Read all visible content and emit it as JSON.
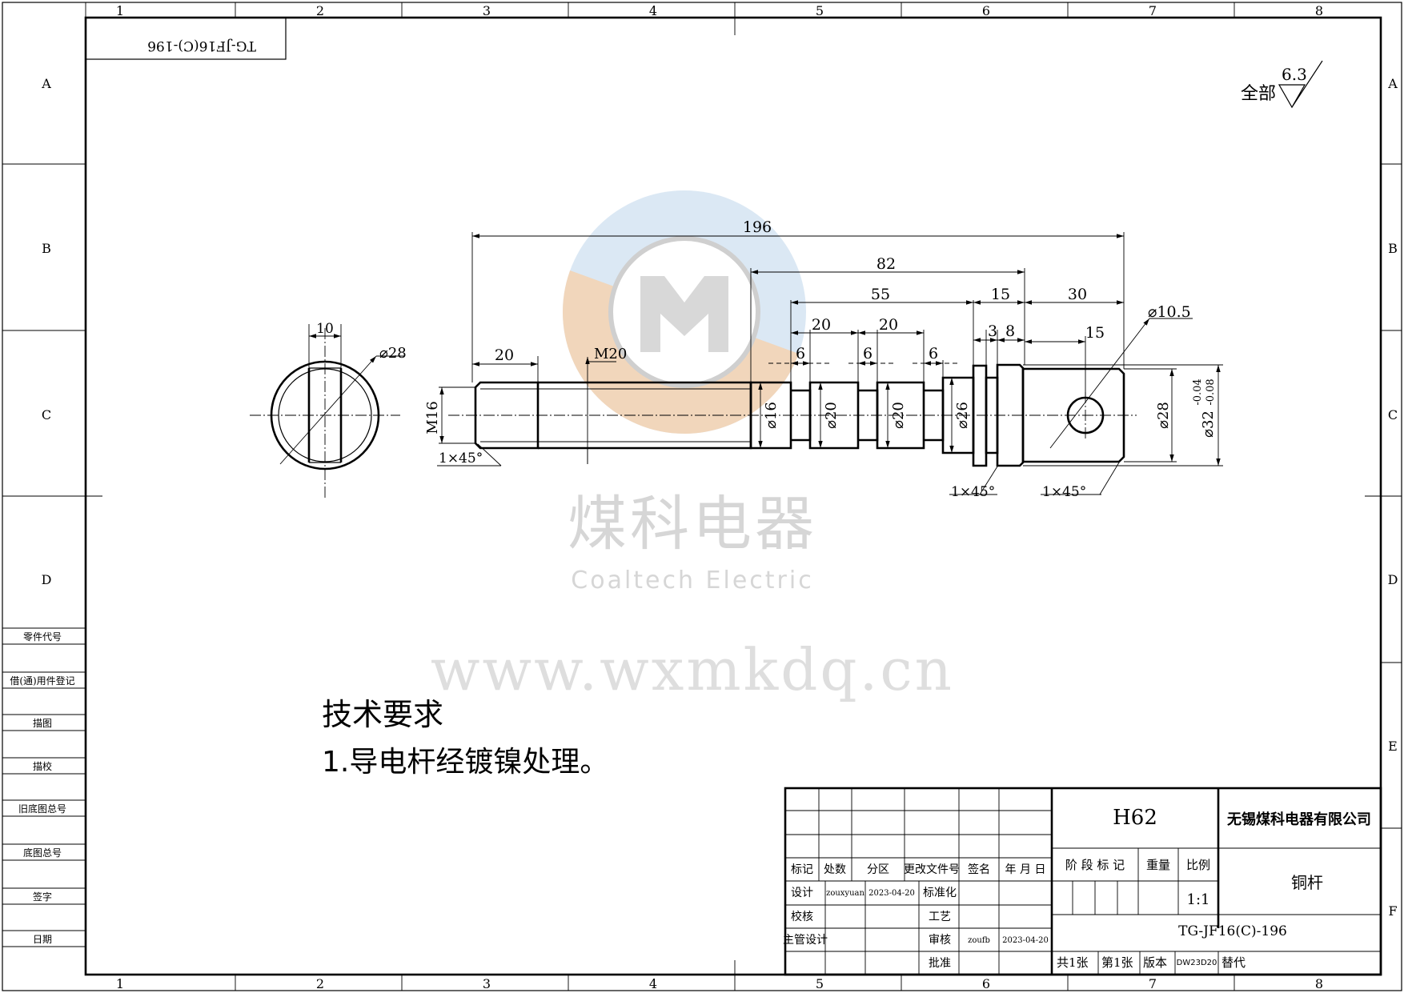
{
  "frame": {
    "columns": [
      "1",
      "2",
      "3",
      "4",
      "5",
      "6",
      "7",
      "8"
    ],
    "rows": [
      "A",
      "B",
      "C",
      "D",
      "E",
      "F"
    ]
  },
  "stamp": "TG-JF16(C)-196",
  "roughness": {
    "label": "全部",
    "value": "6.3"
  },
  "watermark": {
    "logo_letter": "M",
    "cn": "煤科电器",
    "en": "Coaltech Electric",
    "url": "www.wxmkdq.cn",
    "colors": {
      "orange": "#f5d2b0",
      "blue": "#d5e4f2",
      "gray": "#dcdcdc"
    }
  },
  "left_column": [
    "零件代号",
    "借(通)用件登记",
    "描图",
    "描校",
    "旧底图总号",
    "底图总号",
    "签字",
    "日期"
  ],
  "dimensions": {
    "overall": "196",
    "d82": "82",
    "d55": "55",
    "d15a": "15",
    "d30": "30",
    "d20a": "20",
    "d20b": "20",
    "d20c": "20",
    "d3": "3",
    "d8": "8",
    "d15b": "15",
    "d6a": "6",
    "d6b": "6",
    "d6c": "6",
    "m20": "M20",
    "m16": "M16",
    "dia16": "⌀16",
    "dia20a": "⌀20",
    "dia20b": "⌀20",
    "dia26": "⌀26",
    "dia28r": "⌀28",
    "dia32": "⌀32",
    "dia32_tol_upper": "-0.04",
    "dia32_tol_lower": "-0.08",
    "dia105": "⌀10.5",
    "ch1": "1×45°",
    "ch2": "1×45°",
    "ch3": "1×45°",
    "sec_width": "10",
    "sec_dia": "⌀28"
  },
  "tech": {
    "title": "技术要求",
    "item1": "1.导电杆经镀镍处理。"
  },
  "title_block": {
    "headers": [
      "标记",
      "处数",
      "分区",
      "更改文件号",
      "签名",
      "年 月 日"
    ],
    "design_label": "设计",
    "designer": "zouxyuan",
    "design_date": "2023-04-20",
    "std_label": "标准化",
    "check_label": "校核",
    "process_label": "工艺",
    "chief_label": "主管设计",
    "review_label": "审核",
    "reviewer": "zoufb",
    "review_date": "2023-04-20",
    "approve_label": "批准",
    "material": "H62",
    "stage_label": "阶 段 标 记",
    "weight_label": "重量",
    "scale_label": "比例",
    "scale": "1:1",
    "company": "无锡煤科电器有限公司",
    "part_name": "铜杆",
    "drawing_no": "TG-JF16(C)-196",
    "sheets_total": "共1张",
    "sheet_no": "第1张",
    "version_label": "版本",
    "version": "DW23D20",
    "replace_label": "替代"
  }
}
